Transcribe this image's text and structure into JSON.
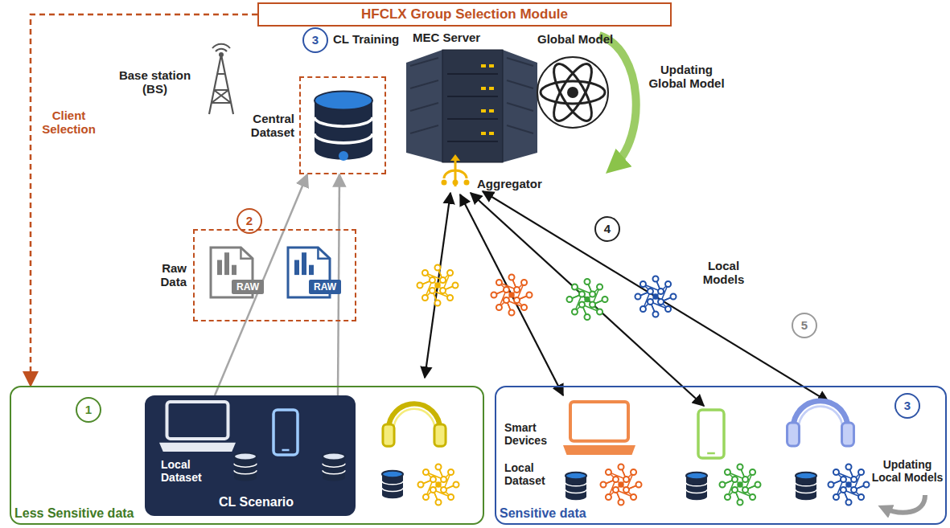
{
  "diagram": {
    "nodes": [
      {
        "text": [
          "HFCLX Group Selection Module"
        ]
      },
      {
        "text": [
          "Central Dataset"
        ]
      },
      {
        "text": [
          "MEC Server",
          "Aggregator"
        ]
      },
      {
        "text": [
          "Raw Data"
        ]
      },
      {
        "text": [
          "Less Sensitive data"
        ]
      },
      {
        "text": [
          "CL Scenario",
          "Local Dataset"
        ],
        "in": 4
      },
      {
        "text": [
          "Sensitive data",
          "Smart Devices",
          "Local Dataset",
          "Updating Local Models"
        ]
      }
    ],
    "edges": [
      {
        "from": 0,
        "to": 4,
        "arrow": "to",
        "label": "Client Selection"
      },
      {
        "from": 5,
        "to": 1,
        "arrow": "to"
      },
      {
        "from": 5,
        "to": 1,
        "arrow": "to"
      }
    ],
    "labels": [
      "Base station (BS)",
      "3",
      "CL Training",
      "Global Model",
      "Updating Global Model",
      "2",
      "4",
      "RAW",
      "RAW",
      "Local Models",
      "5",
      "1",
      "3"
    ]
  }
}
